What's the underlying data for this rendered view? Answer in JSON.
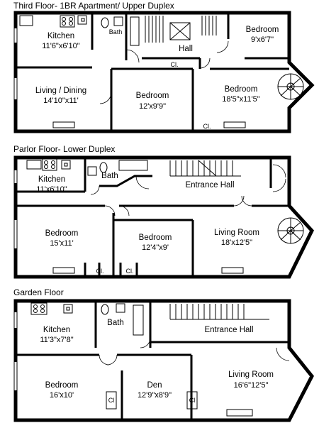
{
  "floors": [
    {
      "title": "Third Floor- 1BR Apartment/ Upper Duplex",
      "rooms": [
        {
          "name": "Kitchen",
          "dim": "11'6\"x6'10\""
        },
        {
          "name": "Bath",
          "dim": ""
        },
        {
          "name": "Hall",
          "dim": ""
        },
        {
          "name": "Bedroom",
          "dim": "9'x6'7\""
        },
        {
          "name": "Living / Dining",
          "dim": "14'10\"x11'"
        },
        {
          "name": "Bedroom",
          "dim": "12'x9'9\""
        },
        {
          "name": "Bedroom",
          "dim": "18'5\"x11'5\""
        }
      ],
      "closets": [
        "Cl.",
        "Cl."
      ]
    },
    {
      "title": "Parlor Floor- Lower Duplex",
      "rooms": [
        {
          "name": "Kitchen",
          "dim": "11'x6'10\""
        },
        {
          "name": "Bath",
          "dim": ""
        },
        {
          "name": "Entrance Hall",
          "dim": ""
        },
        {
          "name": "Bedroom",
          "dim": "15'x11'"
        },
        {
          "name": "Bedroom",
          "dim": "12'4\"x9'"
        },
        {
          "name": "Living Room",
          "dim": "18'x12'5\""
        }
      ],
      "closets": [
        "Cl.",
        "Cl."
      ]
    },
    {
      "title": "Garden Floor",
      "rooms": [
        {
          "name": "Kitchen",
          "dim": "11'3\"x7'8\""
        },
        {
          "name": "Bath",
          "dim": ""
        },
        {
          "name": "Entrance Hall",
          "dim": ""
        },
        {
          "name": "Bedroom",
          "dim": "16'x10'"
        },
        {
          "name": "Den",
          "dim": "12'9\"x8'9\""
        },
        {
          "name": "Living Room",
          "dim": "16'6\"12'5\""
        }
      ],
      "closets": [
        "Cl",
        "Cl"
      ]
    }
  ]
}
